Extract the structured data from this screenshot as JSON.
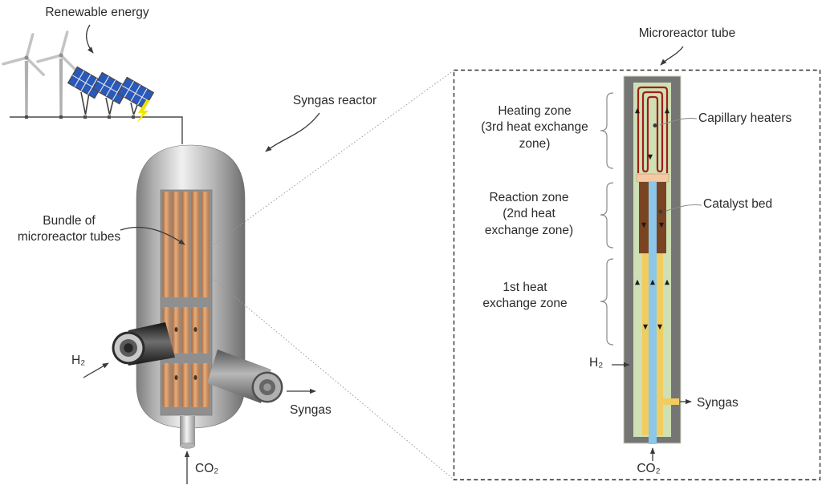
{
  "main": {
    "renewable_label": "Renewable energy",
    "reactor_label": "Syngas reactor",
    "bundle_label": "Bundle of\nmicroreactor tubes",
    "h2_label": "H₂",
    "syngas_label": "Syngas",
    "co2_label": "CO₂"
  },
  "detail": {
    "title": "Microreactor tube",
    "heating_zone_label": "Heating zone\n(3rd heat exchange\nzone)",
    "capillary_label": "Capillary heaters",
    "reaction_zone_label": "Reaction zone\n(2nd heat\nexchange zone)",
    "catalyst_label": "Catalyst bed",
    "first_zone_label": "1st heat\nexchange zone",
    "h2_label": "H₂",
    "syngas_label": "Syngas",
    "co2_label": "CO₂"
  },
  "colors": {
    "copper": "#e0a878",
    "vessel_gray": "#c9c9c9",
    "tube_wall": "#757575",
    "channel_green": "#cfe0b5",
    "channel_yellow": "#f0cd5e",
    "channel_blue": "#8cc7ea",
    "catalyst_brown": "#7a4422",
    "heater_red": "#a21d18",
    "cap_salmon": "#f4c9a4",
    "solar_blue": "#2a59bc",
    "lightning_yellow": "#f2e400"
  }
}
